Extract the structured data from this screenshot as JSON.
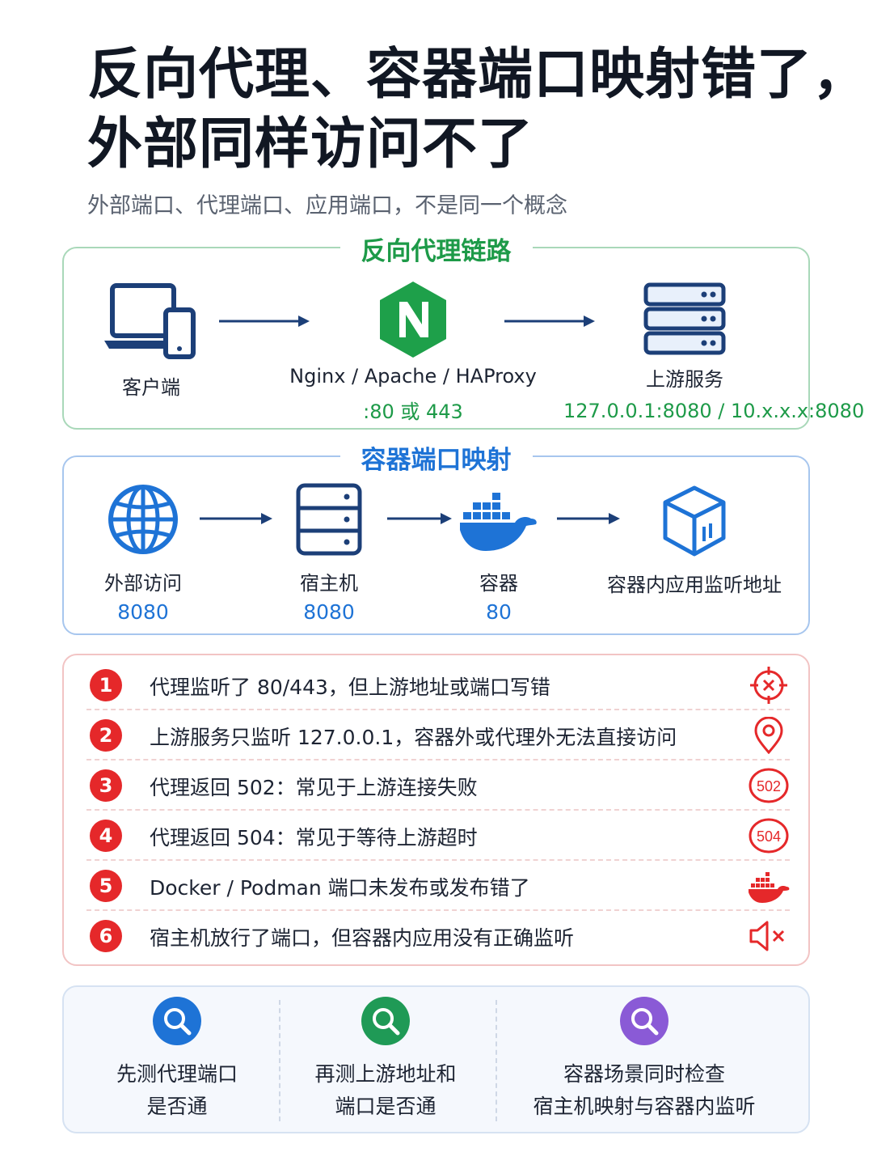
{
  "title": {
    "line1": "反向代理、容器端口映射错了，",
    "line2": "外部同样访问不了"
  },
  "subtitle": "外部端口、代理端口、应用端口，不是同一个概念",
  "proxy_chain": {
    "heading": "反向代理链路",
    "client_label": "客户端",
    "proxy_label": "Nginx / Apache / HAProxy",
    "proxy_ports": ":80 或 443",
    "upstream_label": "上游服务",
    "upstream_addr": "127.0.0.1:8080 / 10.x.x.x:8080"
  },
  "container_mapping": {
    "heading": "容器端口映射",
    "external_label": "外部访问",
    "external_port": "8080",
    "host_label": "宿主机",
    "host_port": "8080",
    "container_label": "容器",
    "container_port": "80",
    "app_label": "容器内应用监听地址"
  },
  "issues": [
    {
      "num": "1",
      "text": "代理监听了 80/443，但上游地址或端口写错",
      "icon": "target-x-icon"
    },
    {
      "num": "2",
      "text": "上游服务只监听 127.0.0.1，容器外或代理外无法直接访问",
      "icon": "location-pin-icon"
    },
    {
      "num": "3",
      "text": "代理返回 502：常见于上游连接失败",
      "icon": "502-badge-icon",
      "badge": "502"
    },
    {
      "num": "4",
      "text": "代理返回 504：常见于等待上游超时",
      "icon": "504-badge-icon",
      "badge": "504"
    },
    {
      "num": "5",
      "text": "Docker / Podman 端口未发布或发布错了",
      "icon": "docker-whale-icon"
    },
    {
      "num": "6",
      "text": "宿主机放行了端口，但容器内应用没有正确监听",
      "icon": "speaker-muted-icon"
    }
  ],
  "steps": [
    {
      "line1": "先测代理端口",
      "line2": "是否通",
      "color": "#1e73d6"
    },
    {
      "line1": "再测上游地址和",
      "line2": "端口是否通",
      "color": "#1f9a56"
    },
    {
      "line1": "容器场景同时检查",
      "line2": "宿主机映射与容器内监听",
      "color": "#8a5ad6"
    }
  ],
  "colors": {
    "green": "#1d9a48",
    "blue": "#1e73d6",
    "red": "#e5282a",
    "navy": "#1c3f78"
  }
}
